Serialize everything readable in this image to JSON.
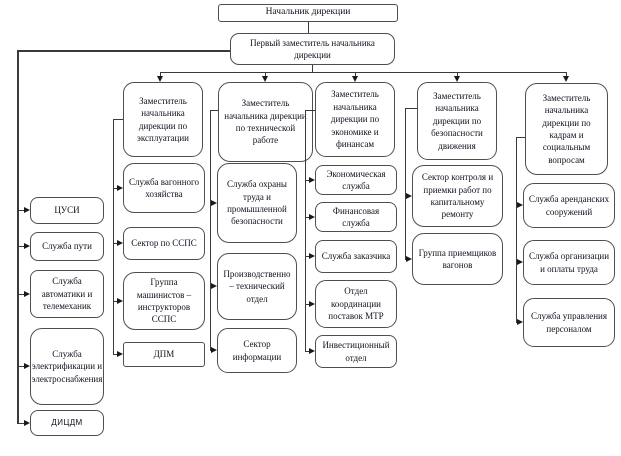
{
  "org": {
    "root": "Начальник дирекции",
    "first_deputy": "Первый заместитель начальника дирекции",
    "left_branch": [
      "ЦУСИ",
      "Служба пути",
      "Служба автоматики и телемеханик",
      "Служба электрификации и электроснабжения",
      "ДИЦДМ"
    ],
    "columns": [
      {
        "head": "Заместитель начальника дирекции по эксплуатации",
        "children": [
          "Служба вагонного хозяйства",
          "Сектор по ССПС",
          "Группа машинистов – инструкторов ССПС",
          "ДПМ"
        ]
      },
      {
        "head": "Заместитель начальника дирекции по технической работе",
        "children": [
          "Служба охраны труда и промышленной безопасности",
          "Производственно – технический отдел",
          "Сектор информации"
        ]
      },
      {
        "head": "Заместитель начальника дирекции по экономике и финансам",
        "children": [
          "Экономическая служба",
          "Финансовая служба",
          "Служба заказчика",
          "Отдел координации поставок МТР",
          "Инвестиционный отдел"
        ]
      },
      {
        "head": "Заместитель начальника дирекции по безопасности движения",
        "children": [
          "Сектор контроля и приемки работ по капитальному ремонту",
          "Группа приемщиков вагонов"
        ]
      },
      {
        "head": "Заместитель начальника дирекции по кадрам и социальным вопросам",
        "children": [
          "Служба аренданских сооружений",
          "Служба организации и оплаты труда",
          "Служба управления персоналом"
        ]
      }
    ],
    "colors": {
      "background": "#ffffff",
      "box_border": "#4f4f4f",
      "line": "#3a3a3a",
      "text": "#10101e"
    }
  }
}
